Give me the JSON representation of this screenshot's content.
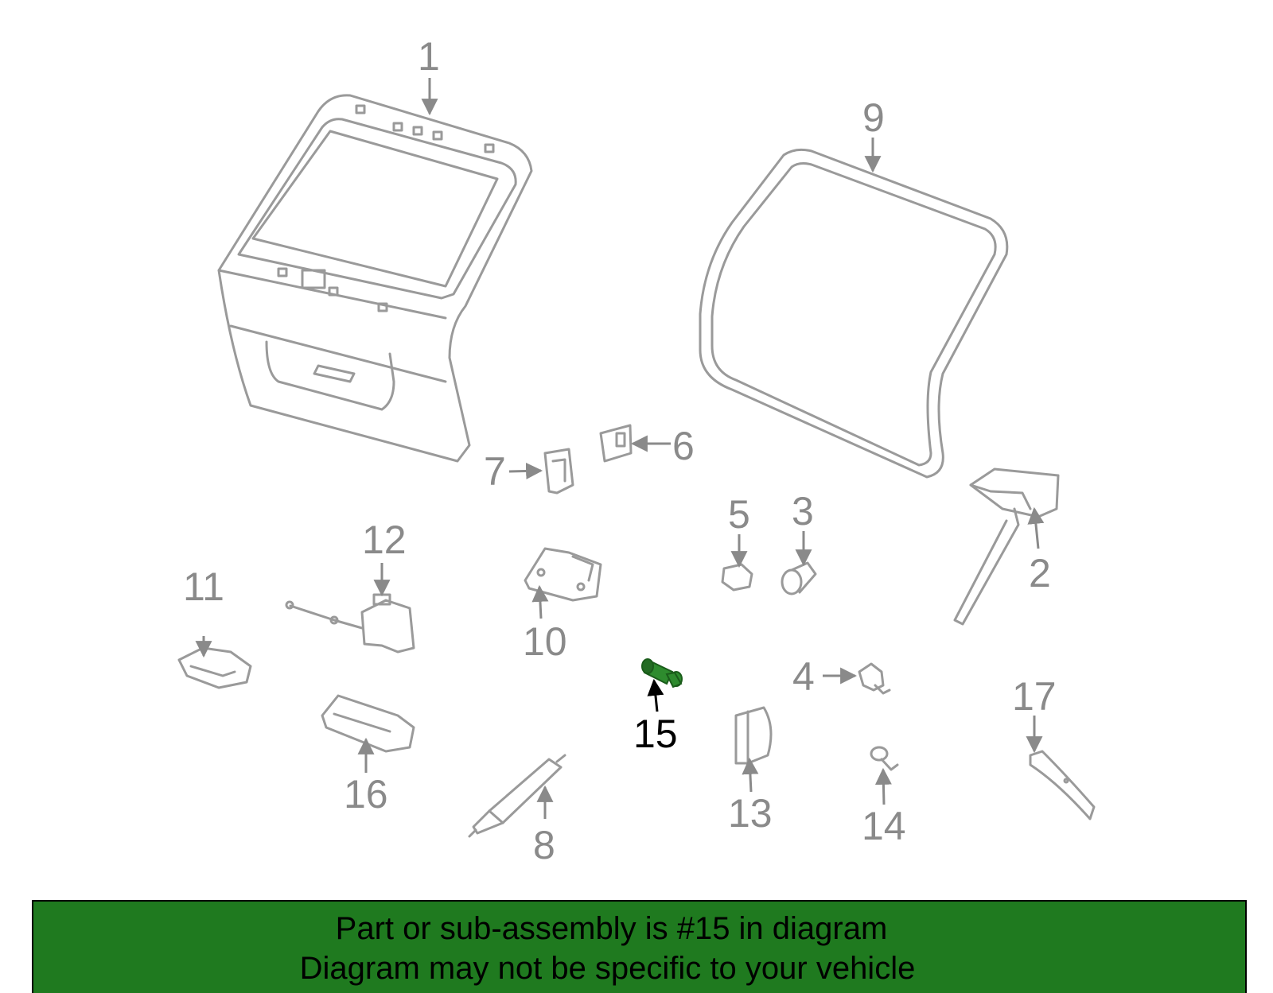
{
  "colors": {
    "highlight_part": "#2e8b2e",
    "banner_background": "#1f7a1f",
    "part_outline": "#9a9a9a",
    "callout_text": "#8a8a8a",
    "highlight_text": "#000000"
  },
  "callouts": [
    "1",
    "2",
    "3",
    "4",
    "5",
    "6",
    "7",
    "8",
    "9",
    "10",
    "11",
    "12",
    "13",
    "14",
    "15",
    "16",
    "17"
  ],
  "highlighted_callout": "15",
  "banner": {
    "line1": "Part or sub-assembly is #15 in diagram",
    "line2": "Diagram may not be specific to your vehicle"
  }
}
